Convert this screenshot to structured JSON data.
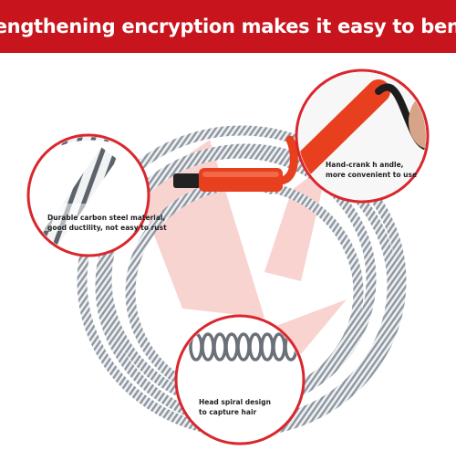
{
  "banner": {
    "title": "Lengthening encryption makes it easy to bend"
  },
  "callouts": {
    "steel": {
      "line1": "Durable carbon steel material,",
      "line2": "good ductility, not easy to rust"
    },
    "handle": {
      "line1": "Hand-crank h andle,",
      "line2": "more convenient to use"
    },
    "spiral": {
      "line1": "Head spiral design",
      "line2": "to capture hair"
    }
  },
  "colors": {
    "banner": "#c8151d",
    "accent": "#e3392a",
    "handle": "#e8401f",
    "coil": "#b8bec6"
  }
}
